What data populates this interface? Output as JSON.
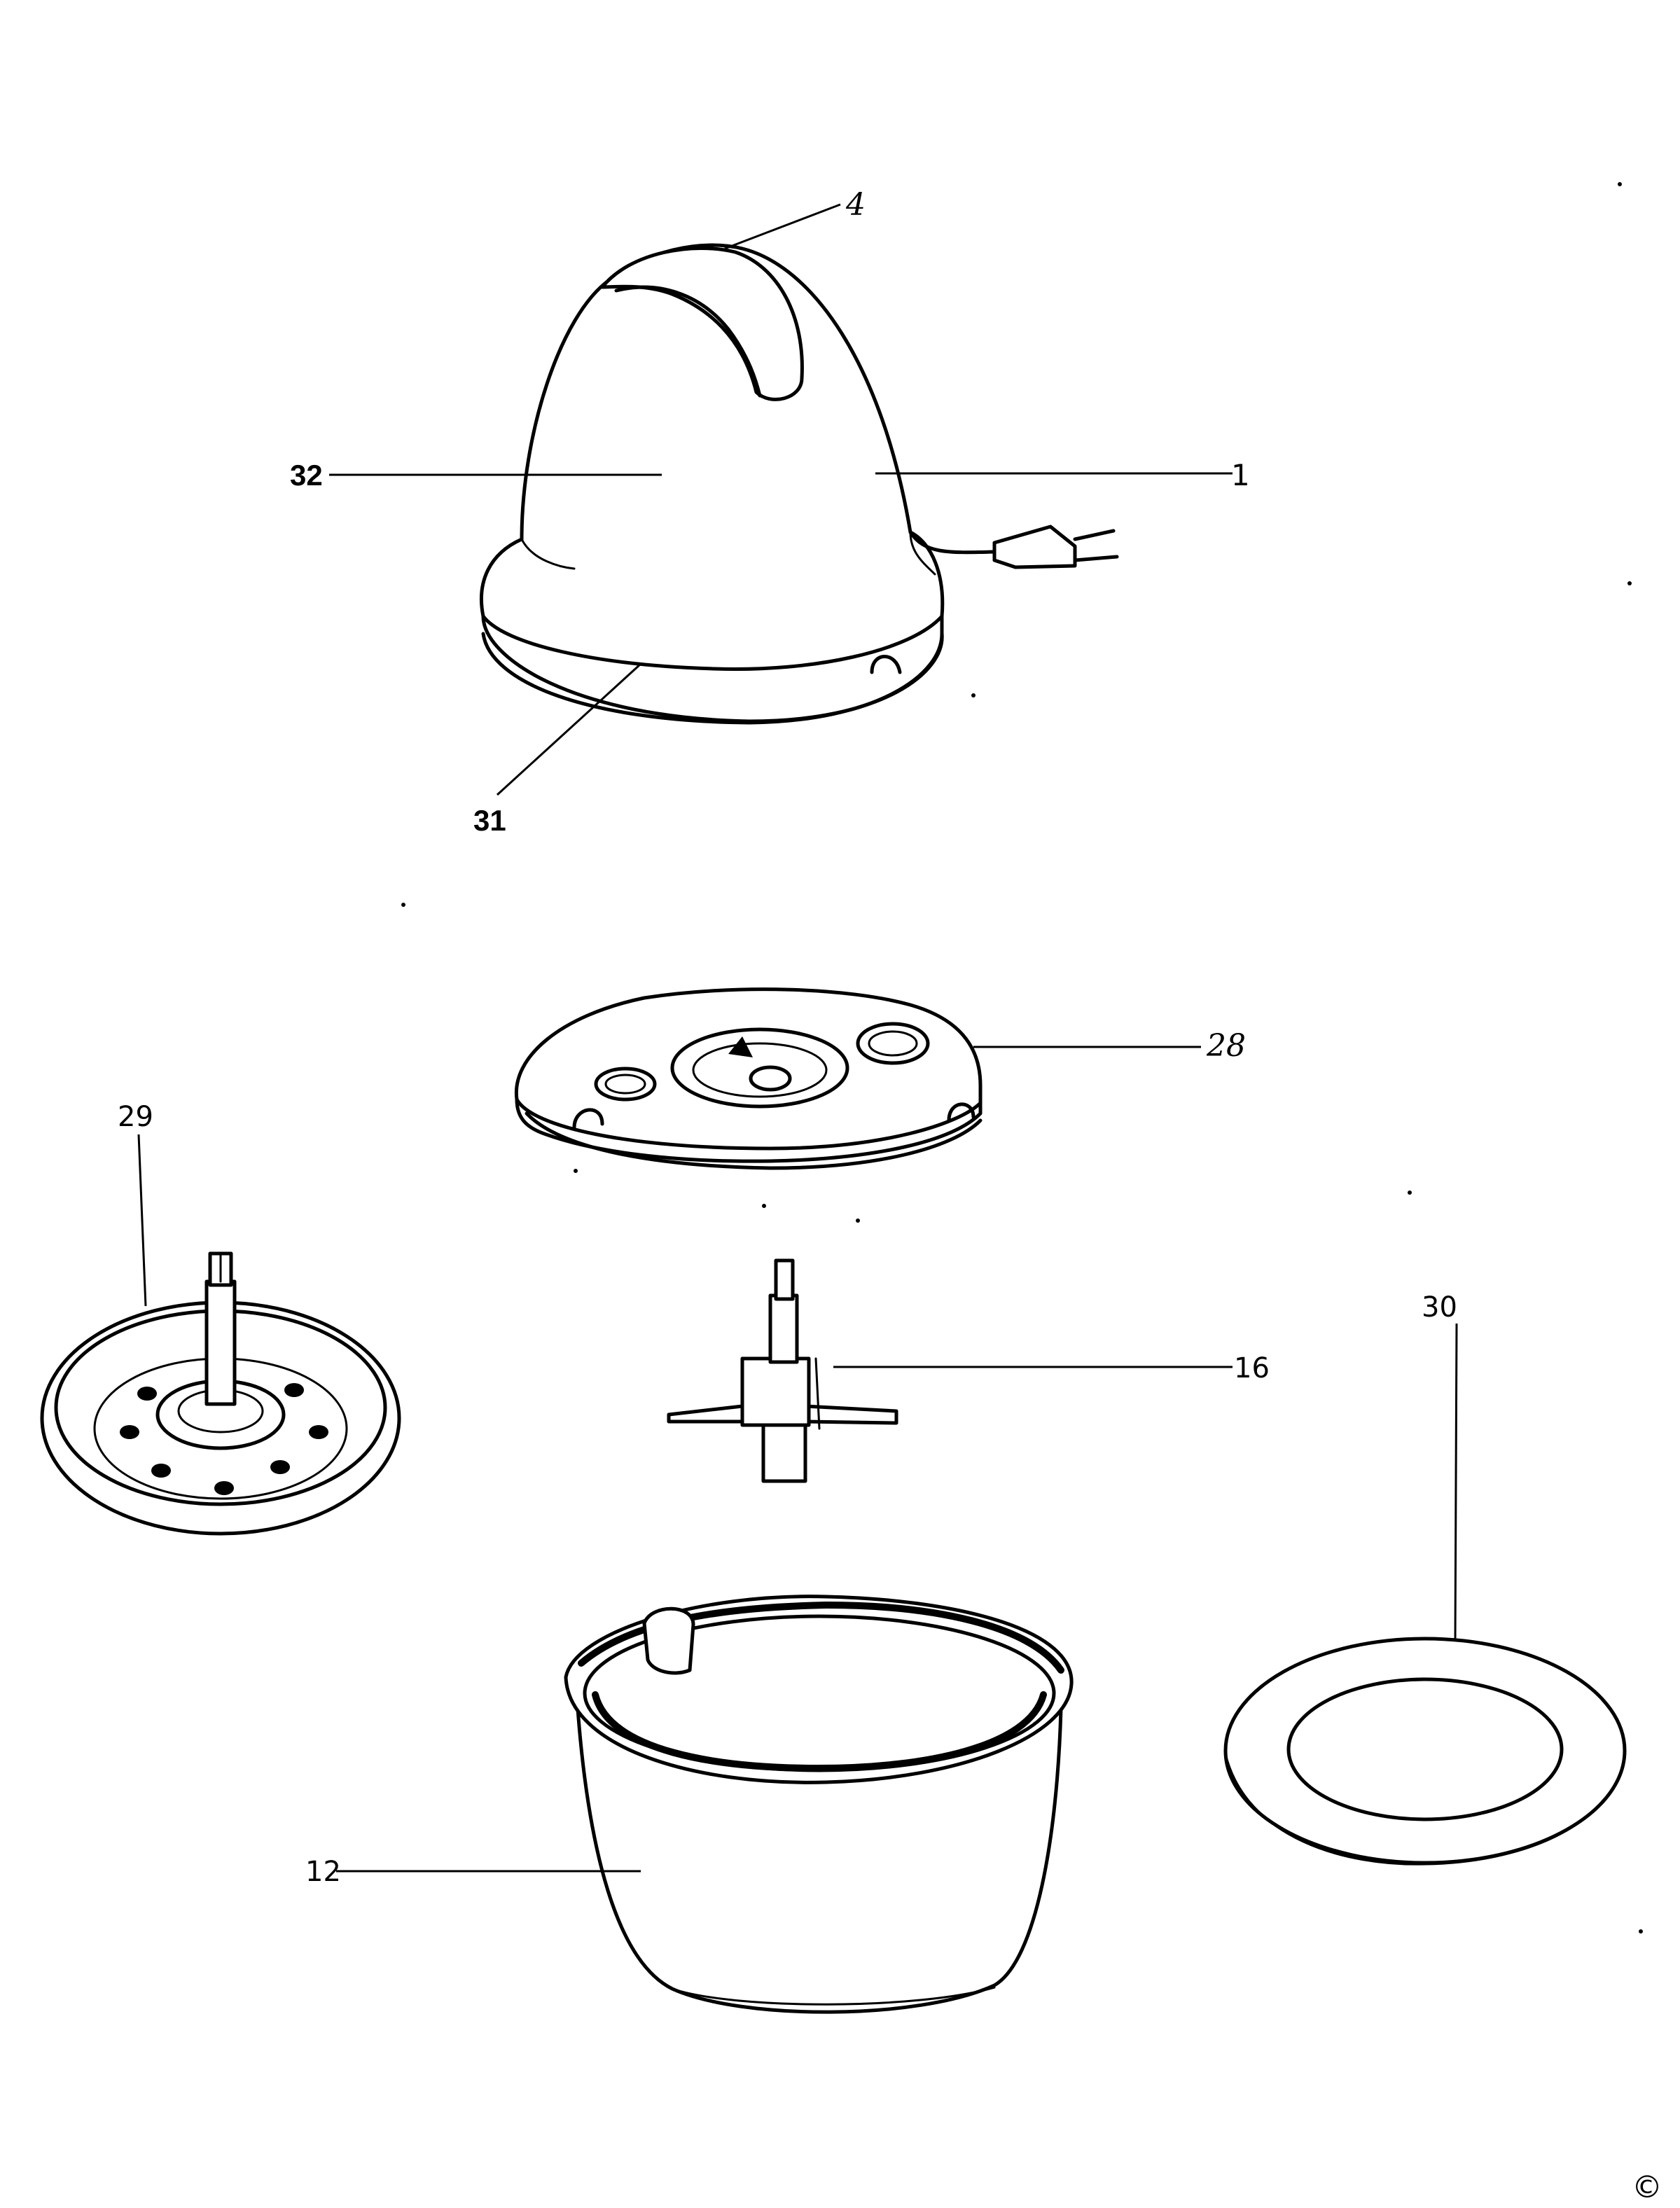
{
  "callouts": {
    "c4": "4",
    "c32": "32",
    "c1": "1",
    "c31": "31",
    "c28": "28",
    "c29": "29",
    "c16": "16",
    "c30": "30",
    "c12": "12"
  },
  "copyright": "©"
}
